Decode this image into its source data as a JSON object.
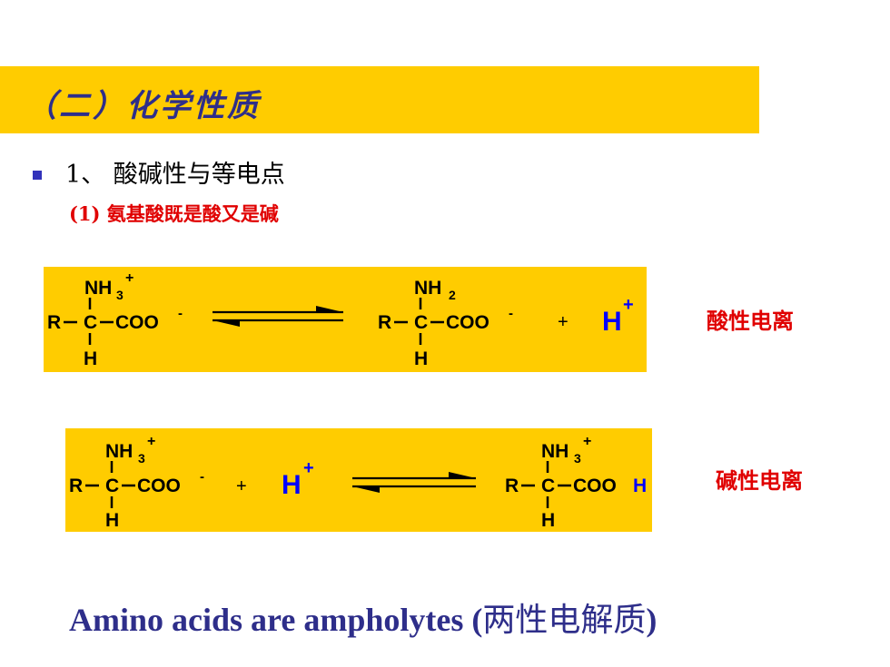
{
  "title": "（二）化学性质",
  "bullet": "1、 酸碱性与等电点",
  "subheading": "(1) 氨基酸既是酸又是碱",
  "reaction1": {
    "left": {
      "top_group": "NH",
      "top_sub": "3",
      "top_sup": "+",
      "r": "R",
      "c": "C",
      "acid_group": "COO",
      "acid_sup": "-",
      "bottom": "H"
    },
    "right": {
      "top_group": "NH",
      "top_sub": "2",
      "r": "R",
      "c": "C",
      "acid_group": "COO",
      "acid_sup": "-",
      "bottom": "H"
    },
    "plus": "+",
    "proton": "H",
    "proton_sup": "+",
    "label": "酸性电离"
  },
  "reaction2": {
    "left": {
      "top_group": "NH",
      "top_sub": "3",
      "top_sup": "+",
      "r": "R",
      "c": "C",
      "acid_group": "COO",
      "acid_sup": "-",
      "bottom": "H"
    },
    "plus": "+",
    "proton": "H",
    "proton_sup": "+",
    "right": {
      "top_group": "NH",
      "top_sub": "3",
      "top_sup": "+",
      "r": "R",
      "c": "C",
      "acid_group": "COO",
      "acid_h": "H",
      "bottom": "H"
    },
    "label": "碱性电离"
  },
  "footer": {
    "english": "Amino acids are ampholytes (",
    "chinese": "两性电解质",
    "close": ")"
  },
  "colors": {
    "title_bar": "#ffcc00",
    "title_text": "#2e2e8a",
    "accent_red": "#e00000",
    "proton_blue": "#0000ff",
    "bullet": "#3333bb"
  }
}
